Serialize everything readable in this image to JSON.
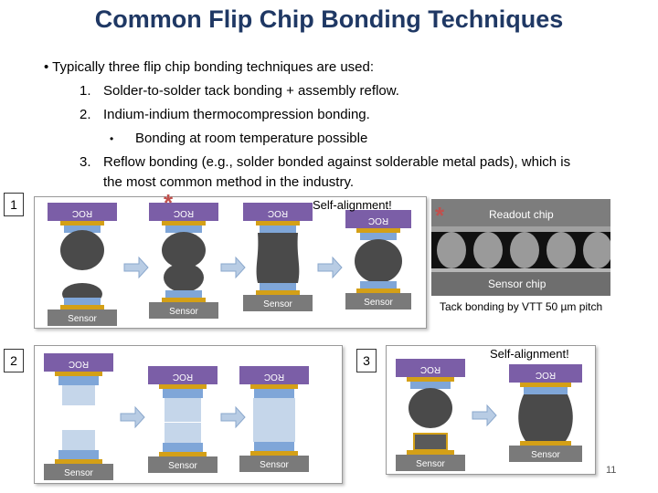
{
  "slide": {
    "title": "Common Flip Chip Bonding Techniques",
    "intro": "• Typically three flip chip bonding techniques are used:",
    "list": [
      {
        "num": "1.",
        "text": "Solder-to-solder tack bonding + assembly reflow."
      },
      {
        "num": "2.",
        "text": "Indium-indium thermocompression bonding."
      },
      {
        "num": "3.",
        "text": "Reflow bonding (e.g., solder bonded against solderable metal pads), which is"
      }
    ],
    "sub_bullet": "•",
    "sub_text": "Bonding at room temperature possible",
    "continuation": "the most common method in the industry.",
    "page_number": "11"
  },
  "markers": {
    "one": "1",
    "two": "2",
    "three": "3"
  },
  "annotations": {
    "self_alignment_1": "Self-alignment!",
    "self_alignment_3": "Self-alignment!",
    "star": "*",
    "readout_chip": "Readout chip",
    "sensor_chip": "Sensor chip",
    "tack_bonding": "Tack bonding by VTT 50 µm pitch"
  },
  "diagram_labels": {
    "roc": "ROC",
    "sensor": "Sensor"
  },
  "colors": {
    "title": "#1f3864",
    "roc_chip": "#7b5ea7",
    "sensor_chip": "#7a7a7a",
    "pad_gold": "#d4a017",
    "solder_ball": "#4a4a4a",
    "ubm_blue": "#7fa6d8",
    "indium": "#c5d6ea",
    "arrow": "#b8cce4",
    "star": "#c0504d"
  },
  "icons": {
    "arrow": "right-arrow-icon"
  }
}
